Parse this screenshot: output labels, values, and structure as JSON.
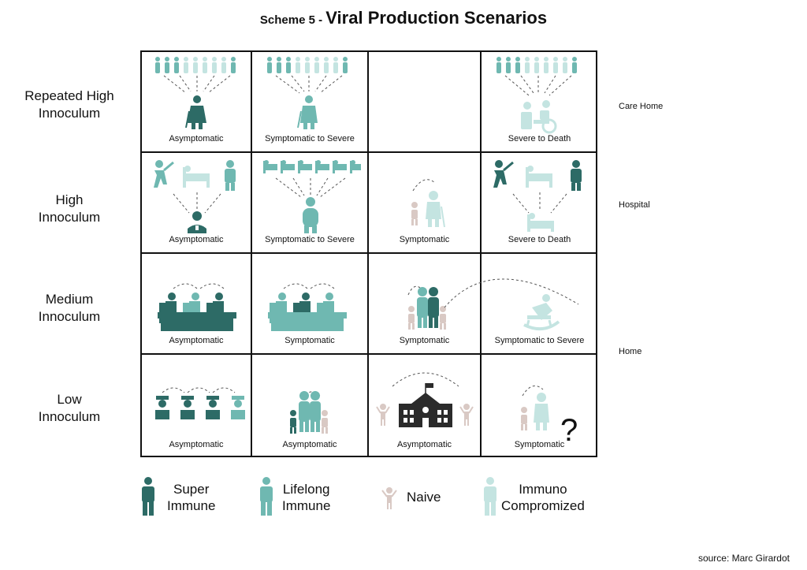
{
  "title": {
    "prefix": "Scheme 5 - ",
    "main": "Viral Production Scenarios"
  },
  "rows": [
    {
      "label_lines": [
        "Repeated High",
        "Innoculum"
      ],
      "cells": [
        "Asymptomatic",
        "Symptomatic to Severe",
        "",
        "Severe to Death"
      ]
    },
    {
      "label_lines": [
        "High",
        "Innoculum"
      ],
      "cells": [
        "Asymptomatic",
        "Symptomatic to Severe",
        "Symptomatic",
        "Severe to Death"
      ]
    },
    {
      "label_lines": [
        "Medium",
        "Innoculum"
      ],
      "cells": [
        "Asymptomatic",
        "Symptomatic",
        "Symptomatic",
        "Symptomatic to Severe"
      ]
    },
    {
      "label_lines": [
        "Low",
        "Innoculum"
      ],
      "cells": [
        "Asymptomatic",
        "Asymptomatic",
        "Asymptomatic",
        "Symptomatic"
      ]
    }
  ],
  "locations": {
    "care_home": "Care Home",
    "hospital": "Hospital",
    "home": "Home"
  },
  "question_mark": "?",
  "legend": [
    {
      "lines": [
        "Super",
        "Immune"
      ],
      "color": "#2d6b66"
    },
    {
      "lines": [
        "Lifelong",
        "Immune"
      ],
      "color": "#6fb8b1"
    },
    {
      "lines": [
        "Naive"
      ],
      "color": "#d9c9c4"
    },
    {
      "lines": [
        "Immuno",
        "Compromized"
      ],
      "color": "#c4e4e1"
    }
  ],
  "colors": {
    "super": "#2d6b66",
    "lifelong": "#6fb8b1",
    "naive": "#d9c9c4",
    "immuno": "#c4e4e1",
    "dark": "#2b2b2b"
  },
  "source": "source: Marc Girardot"
}
